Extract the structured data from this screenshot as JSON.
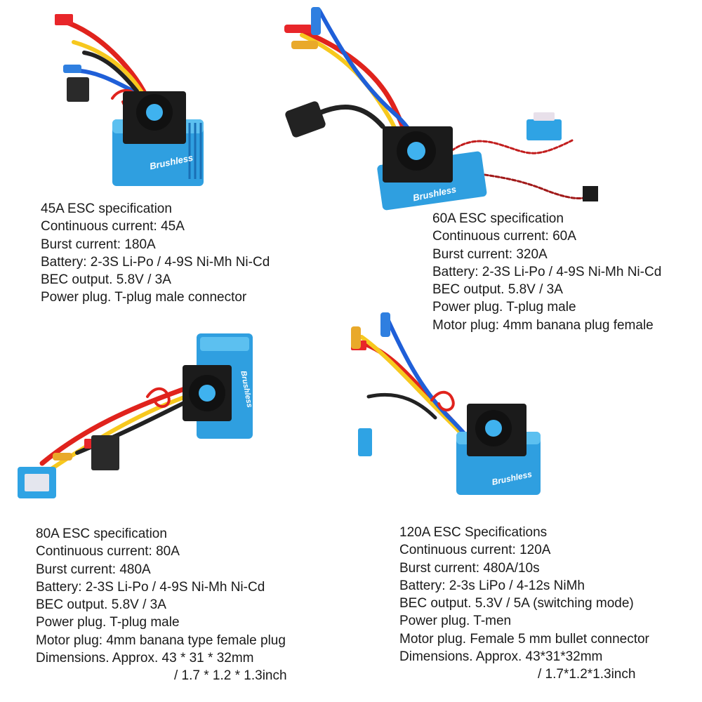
{
  "colors": {
    "housing_blue": "#2f9fe0",
    "housing_dark": "#1a6fb5",
    "fan_black": "#1b1b1b",
    "wire_red": "#e0231d",
    "wire_yellow": "#f7c81e",
    "wire_blue": "#1f5fd8",
    "wire_black": "#222222",
    "connector_red": "#e8262a",
    "bullet_gold": "#e9a92a"
  },
  "products": [
    {
      "id": "esc_45a",
      "brand_mark": "Brushless",
      "specs": {
        "heading": "45A ESC specification",
        "lines": [
          "Continuous current: 45A",
          "Burst current: 180A",
          "Battery: 2-3S Li-Po / 4-9S Ni-Mh Ni-Cd",
          "BEC output. 5.8V / 3A",
          "Power plug. T-plug male connector"
        ]
      }
    },
    {
      "id": "esc_60a",
      "brand_mark": "Brushless",
      "specs": {
        "heading": "60A ESC specification",
        "lines": [
          "Continuous current: 60A",
          "Burst current: 320A",
          "Battery: 2-3S Li-Po / 4-9S Ni-Mh Ni-Cd",
          "BEC output. 5.8V / 3A",
          "Power plug. T-plug male",
          "Motor plug: 4mm banana plug female"
        ]
      }
    },
    {
      "id": "esc_80a",
      "brand_mark": "Brushless",
      "specs": {
        "heading": "80A ESC specification",
        "lines": [
          "Continuous current: 80A",
          "Burst current: 480A",
          "Battery: 2-3S Li-Po / 4-9S Ni-Mh Ni-Cd",
          "BEC output. 5.8V / 3A",
          "Power plug. T-plug male",
          "Motor plug: 4mm banana type female plug",
          "Dimensions. Approx. 43 * 31 * 32mm"
        ],
        "continuation": "/ 1.7 * 1.2 * 1.3inch"
      }
    },
    {
      "id": "esc_120a",
      "brand_mark": "Brushless",
      "specs": {
        "heading": "120A ESC Specifications",
        "lines": [
          "Continuous current: 120A",
          "Burst current: 480A/10s",
          "Battery: 2-3s LiPo / 4-12s NiMh",
          "BEC output. 5.3V / 5A (switching mode)",
          "Power plug. T-men",
          "Motor plug. Female 5 mm bullet connector",
          "Dimensions. Approx. 43*31*32mm"
        ],
        "continuation": "/ 1.7*1.2*1.3inch"
      }
    }
  ]
}
